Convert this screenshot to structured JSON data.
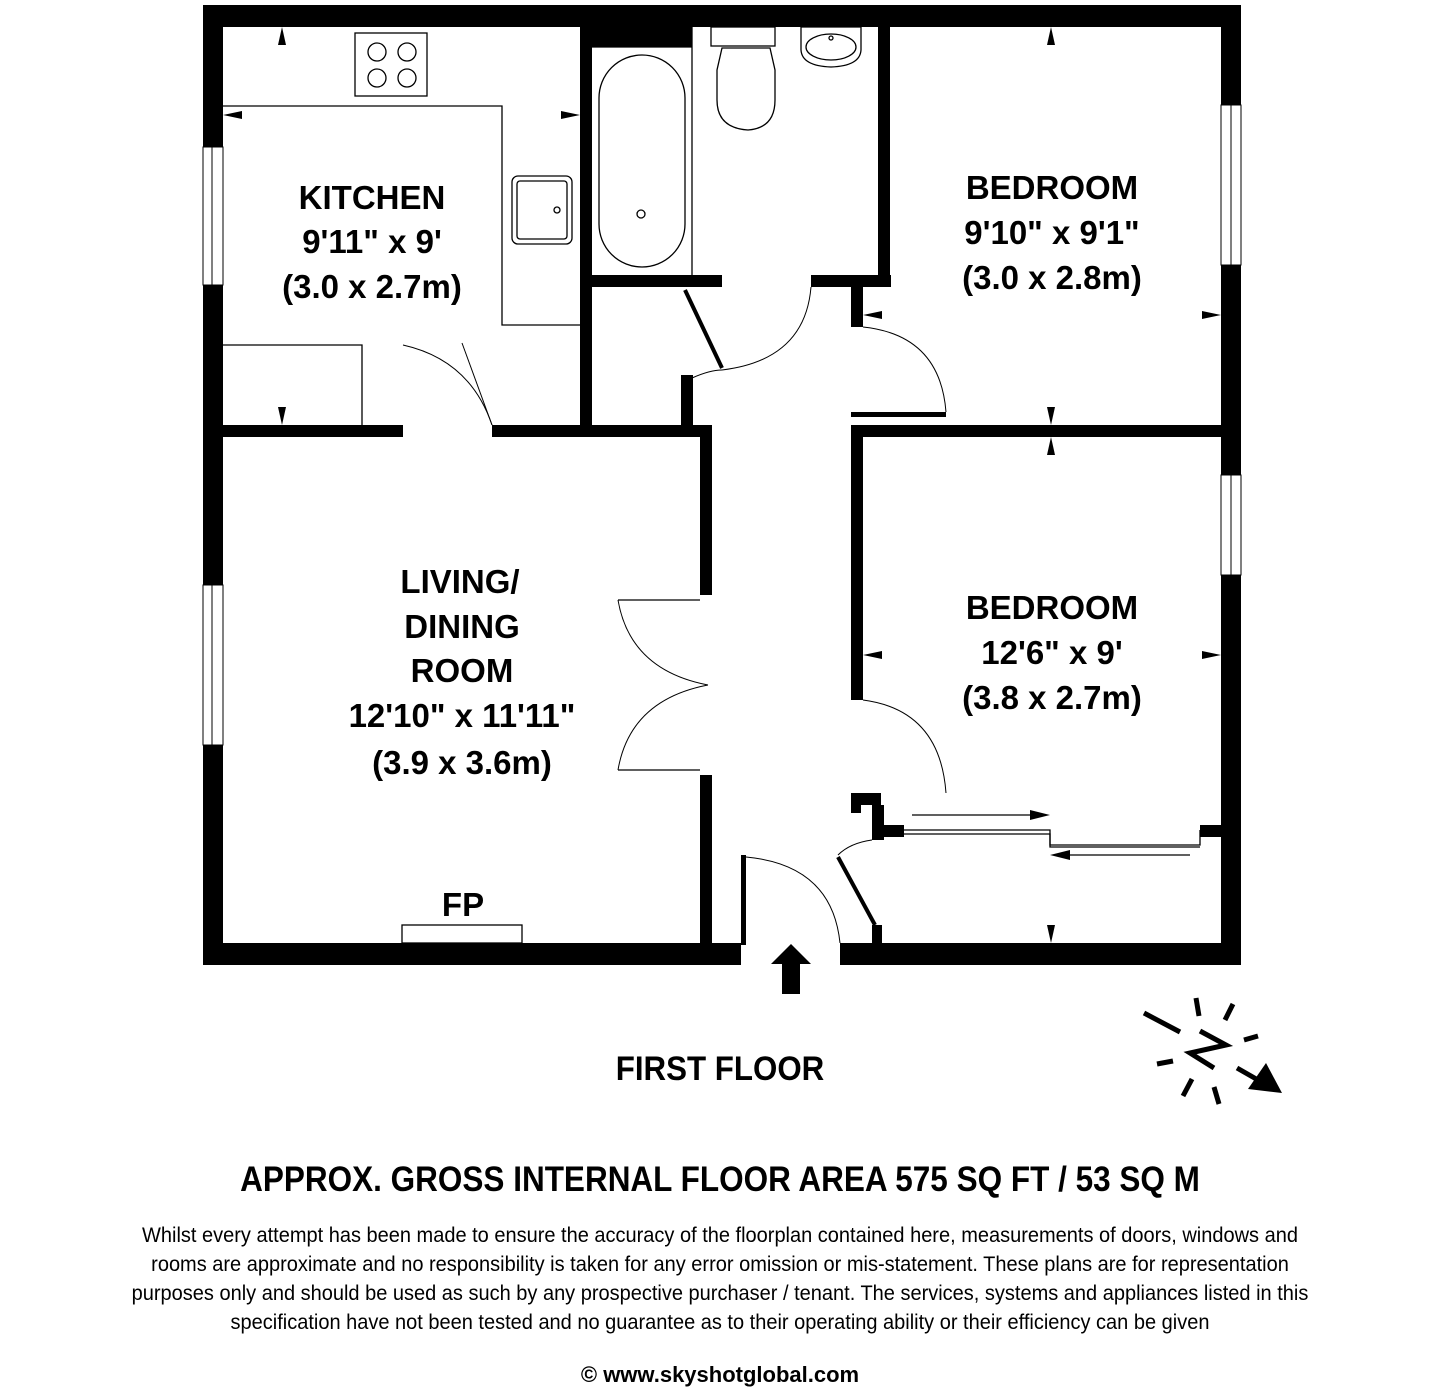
{
  "plan": {
    "floor_label": "FIRST FLOOR",
    "rooms": {
      "kitchen": {
        "name": "KITCHEN",
        "imperial": "9'11\" x 9'",
        "metric": "(3.0 x 2.7m)"
      },
      "bedroom1": {
        "name": "BEDROOM",
        "imperial": "9'10\" x 9'1\"",
        "metric": "(3.0 x 2.8m)"
      },
      "bedroom2": {
        "name": "BEDROOM",
        "imperial": "12'6\" x 9'",
        "metric": "(3.8 x 2.7m)"
      },
      "living": {
        "line1": "LIVING/",
        "line2": "DINING",
        "line3": "ROOM",
        "imperial": "12'10\" x 11'11\"",
        "metric": "(3.9 x 3.6m)"
      }
    },
    "fireplace_label": "FP",
    "compass": {
      "label": "N",
      "icon": "north-compass-icon"
    },
    "entrance": {
      "icon": "entrance-arrow-icon"
    }
  },
  "footer": {
    "area": "APPROX. GROSS INTERNAL FLOOR AREA 575 SQ FT / 53 SQ M",
    "disclaimer": [
      "Whilst every attempt has been made to ensure the accuracy of the floorplan contained here, measurements of doors, windows and",
      "rooms are approximate and no responsibility is taken for any error omission or mis-statement. These plans are for representation",
      "purposes only and should  be used as such by any prospective purchaser / tenant. The services, systems and appliances listed in this",
      "specification have not been tested and no guarantee as to their operating ability or their efficiency can be given"
    ],
    "copyright": "© www.skyshotglobal.com"
  },
  "colors": {
    "wall": "#000000",
    "background": "#ffffff"
  }
}
